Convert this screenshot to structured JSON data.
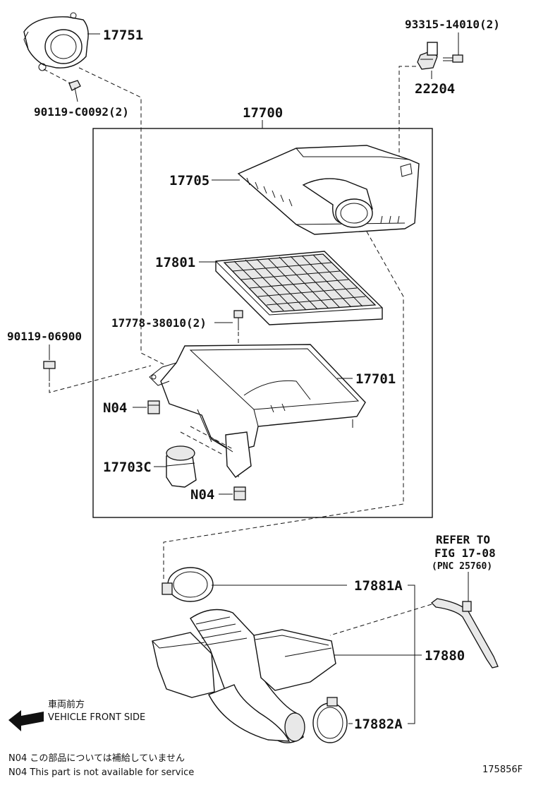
{
  "labels": {
    "p17751": "17751",
    "p90119c": "90119-C0092(2)",
    "p93315": "93315-14010(2)",
    "p22204": "22204",
    "p17700": "17700",
    "p17705": "17705",
    "p17801": "17801",
    "p17778": "17778-38010(2)",
    "p90119": "90119-06900",
    "p17701": "17701",
    "pN04a": "N04",
    "p17703c": "17703C",
    "pN04b": "N04",
    "p17881a": "17881A",
    "p17880": "17880",
    "p17882a": "17882A"
  },
  "refer": {
    "line1": "REFER TO",
    "line2": "FIG 17-08",
    "line3": "(PNC 25760)"
  },
  "direction": {
    "jp": "車両前方",
    "en": "VEHICLE FRONT SIDE"
  },
  "notes": {
    "jp": "N04  この部品については補給していません",
    "en": "N04  This part is not available for service"
  },
  "figure_code": "175856F"
}
